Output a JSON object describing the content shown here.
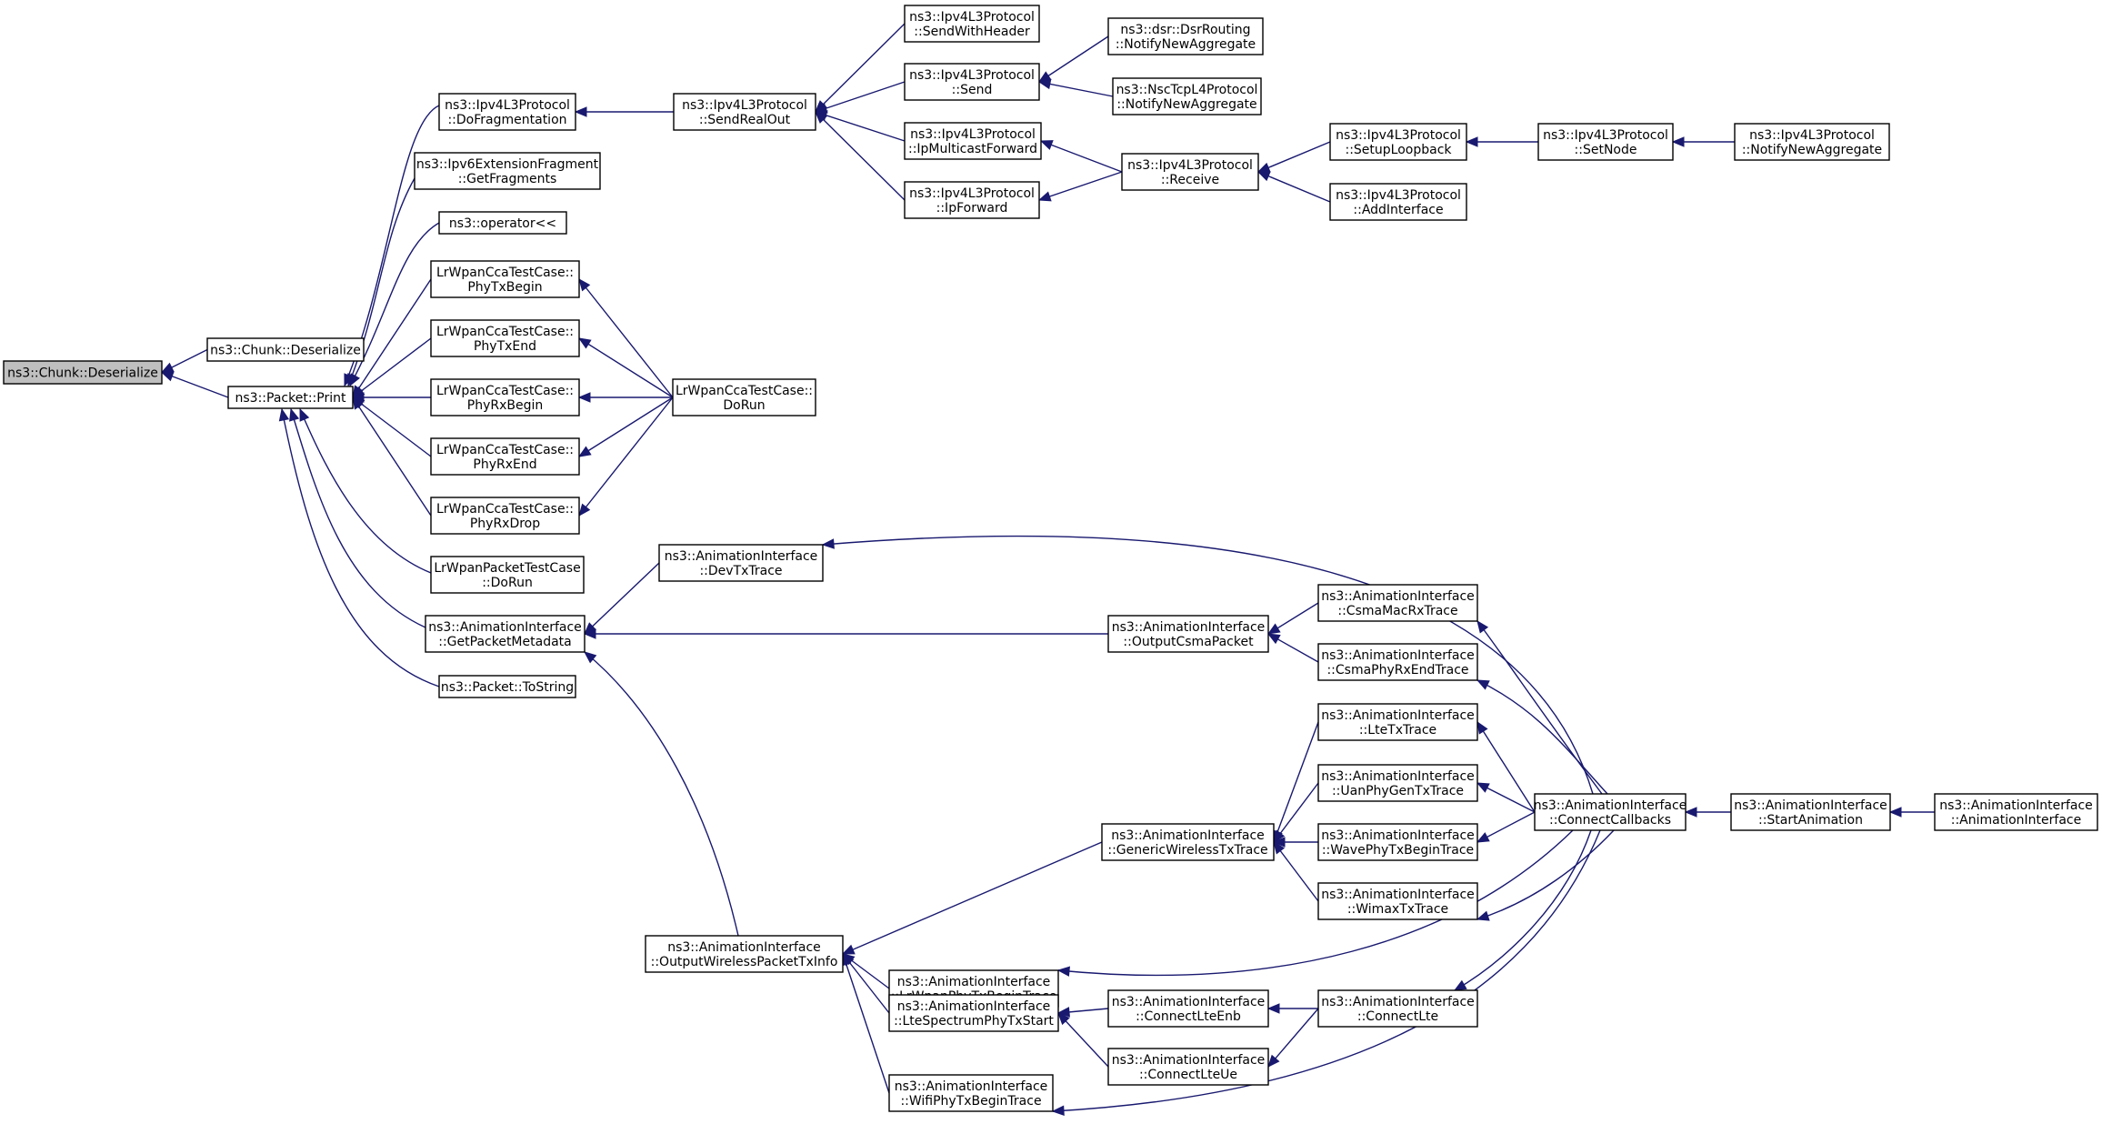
{
  "graph": {
    "nodes": [
      {
        "id": "n0",
        "lines": [
          "ns3::Chunk::Deserialize"
        ],
        "root": true
      },
      {
        "id": "n1",
        "lines": [
          "ns3::Chunk::Deserialize"
        ]
      },
      {
        "id": "n2",
        "lines": [
          "ns3::Packet::Print"
        ]
      },
      {
        "id": "n3",
        "lines": [
          "ns3::Ipv4L3Protocol",
          "::DoFragmentation"
        ]
      },
      {
        "id": "n4",
        "lines": [
          "ns3::Ipv6ExtensionFragment",
          "::GetFragments"
        ]
      },
      {
        "id": "n5",
        "lines": [
          "ns3::operator<<"
        ]
      },
      {
        "id": "n6",
        "lines": [
          "LrWpanCcaTestCase::",
          "PhyTxBegin"
        ]
      },
      {
        "id": "n7",
        "lines": [
          "LrWpanCcaTestCase::",
          "PhyTxEnd"
        ]
      },
      {
        "id": "n8",
        "lines": [
          "LrWpanCcaTestCase::",
          "PhyRxBegin"
        ]
      },
      {
        "id": "n9",
        "lines": [
          "LrWpanCcaTestCase::",
          "PhyRxEnd"
        ]
      },
      {
        "id": "n10",
        "lines": [
          "LrWpanCcaTestCase::",
          "PhyRxDrop"
        ]
      },
      {
        "id": "n11",
        "lines": [
          "LrWpanPacketTestCase",
          "::DoRun"
        ]
      },
      {
        "id": "n12",
        "lines": [
          "ns3::AnimationInterface",
          "::GetPacketMetadata"
        ]
      },
      {
        "id": "n13",
        "lines": [
          "ns3::Packet::ToString"
        ]
      },
      {
        "id": "n14",
        "lines": [
          "ns3::Ipv4L3Protocol",
          "::SendRealOut"
        ]
      },
      {
        "id": "n15",
        "lines": [
          "ns3::Ipv4L3Protocol",
          "::SendWithHeader"
        ]
      },
      {
        "id": "n16",
        "lines": [
          "ns3::Ipv4L3Protocol",
          "::Send"
        ]
      },
      {
        "id": "n17",
        "lines": [
          "ns3::Ipv4L3Protocol",
          "::IpMulticastForward"
        ]
      },
      {
        "id": "n18",
        "lines": [
          "ns3::Ipv4L3Protocol",
          "::IpForward"
        ]
      },
      {
        "id": "n19",
        "lines": [
          "ns3::dsr::DsrRouting",
          "::NotifyNewAggregate"
        ]
      },
      {
        "id": "n20",
        "lines": [
          "ns3::NscTcpL4Protocol",
          "::NotifyNewAggregate"
        ]
      },
      {
        "id": "n21",
        "lines": [
          "ns3::Ipv4L3Protocol",
          "::Receive"
        ]
      },
      {
        "id": "n22",
        "lines": [
          "ns3::Ipv4L3Protocol",
          "::SetupLoopback"
        ]
      },
      {
        "id": "n23",
        "lines": [
          "ns3::Ipv4L3Protocol",
          "::AddInterface"
        ]
      },
      {
        "id": "n24",
        "lines": [
          "ns3::Ipv4L3Protocol",
          "::SetNode"
        ]
      },
      {
        "id": "n25",
        "lines": [
          "ns3::Ipv4L3Protocol",
          "::NotifyNewAggregate"
        ]
      },
      {
        "id": "n26",
        "lines": [
          "LrWpanCcaTestCase::",
          "DoRun"
        ]
      },
      {
        "id": "n27",
        "lines": [
          "ns3::AnimationInterface",
          "::DevTxTrace"
        ]
      },
      {
        "id": "n28",
        "lines": [
          "ns3::AnimationInterface",
          "::OutputCsmaPacket"
        ]
      },
      {
        "id": "n29",
        "lines": [
          "ns3::AnimationInterface",
          "::CsmaMacRxTrace"
        ]
      },
      {
        "id": "n30",
        "lines": [
          "ns3::AnimationInterface",
          "::CsmaPhyRxEndTrace"
        ]
      },
      {
        "id": "n31",
        "lines": [
          "ns3::AnimationInterface",
          "::OutputWirelessPacketTxInfo"
        ]
      },
      {
        "id": "n32",
        "lines": [
          "ns3::AnimationInterface",
          "::GenericWirelessTxTrace"
        ]
      },
      {
        "id": "n33",
        "lines": [
          "ns3::AnimationInterface",
          "::LrWpanPhyTxBeginTrace"
        ]
      },
      {
        "id": "n34",
        "lines": [
          "ns3::AnimationInterface",
          "::LteSpectrumPhyTxStart"
        ]
      },
      {
        "id": "n35",
        "lines": [
          "ns3::AnimationInterface",
          "::WifiPhyTxBeginTrace"
        ]
      },
      {
        "id": "n36",
        "lines": [
          "ns3::AnimationInterface",
          "::LteTxTrace"
        ]
      },
      {
        "id": "n37",
        "lines": [
          "ns3::AnimationInterface",
          "::UanPhyGenTxTrace"
        ]
      },
      {
        "id": "n38",
        "lines": [
          "ns3::AnimationInterface",
          "::WavePhyTxBeginTrace"
        ]
      },
      {
        "id": "n39",
        "lines": [
          "ns3::AnimationInterface",
          "::WimaxTxTrace"
        ]
      },
      {
        "id": "n40",
        "lines": [
          "ns3::AnimationInterface",
          "::ConnectLteEnb"
        ]
      },
      {
        "id": "n41",
        "lines": [
          "ns3::AnimationInterface",
          "::ConnectLteUe"
        ]
      },
      {
        "id": "n42",
        "lines": [
          "ns3::AnimationInterface",
          "::ConnectLte"
        ]
      },
      {
        "id": "n43",
        "lines": [
          "ns3::AnimationInterface",
          "::ConnectCallbacks"
        ]
      },
      {
        "id": "n44",
        "lines": [
          "ns3::AnimationInterface",
          "::StartAnimation"
        ]
      },
      {
        "id": "n45",
        "lines": [
          "ns3::AnimationInterface",
          "::AnimationInterface"
        ]
      }
    ],
    "edges": [
      {
        "from": "n1",
        "to": "n0"
      },
      {
        "from": "n2",
        "to": "n0"
      },
      {
        "from": "n3",
        "to": "n2"
      },
      {
        "from": "n4",
        "to": "n2"
      },
      {
        "from": "n5",
        "to": "n2"
      },
      {
        "from": "n6",
        "to": "n2"
      },
      {
        "from": "n7",
        "to": "n2"
      },
      {
        "from": "n8",
        "to": "n2"
      },
      {
        "from": "n9",
        "to": "n2"
      },
      {
        "from": "n10",
        "to": "n2"
      },
      {
        "from": "n11",
        "to": "n2"
      },
      {
        "from": "n12",
        "to": "n2"
      },
      {
        "from": "n13",
        "to": "n2"
      },
      {
        "from": "n14",
        "to": "n3"
      },
      {
        "from": "n15",
        "to": "n14"
      },
      {
        "from": "n16",
        "to": "n14"
      },
      {
        "from": "n17",
        "to": "n14"
      },
      {
        "from": "n18",
        "to": "n14"
      },
      {
        "from": "n19",
        "to": "n16"
      },
      {
        "from": "n20",
        "to": "n16"
      },
      {
        "from": "n21",
        "to": "n17"
      },
      {
        "from": "n21",
        "to": "n18"
      },
      {
        "from": "n22",
        "to": "n21"
      },
      {
        "from": "n23",
        "to": "n21"
      },
      {
        "from": "n24",
        "to": "n22"
      },
      {
        "from": "n25",
        "to": "n24"
      },
      {
        "from": "n26",
        "to": "n6"
      },
      {
        "from": "n26",
        "to": "n7"
      },
      {
        "from": "n26",
        "to": "n8"
      },
      {
        "from": "n26",
        "to": "n9"
      },
      {
        "from": "n26",
        "to": "n10"
      },
      {
        "from": "n27",
        "to": "n12"
      },
      {
        "from": "n28",
        "to": "n12"
      },
      {
        "from": "n31",
        "to": "n12"
      },
      {
        "from": "n29",
        "to": "n28"
      },
      {
        "from": "n30",
        "to": "n28"
      },
      {
        "from": "n32",
        "to": "n31"
      },
      {
        "from": "n33",
        "to": "n31"
      },
      {
        "from": "n34",
        "to": "n31"
      },
      {
        "from": "n35",
        "to": "n31"
      },
      {
        "from": "n36",
        "to": "n32"
      },
      {
        "from": "n37",
        "to": "n32"
      },
      {
        "from": "n38",
        "to": "n32"
      },
      {
        "from": "n39",
        "to": "n32"
      },
      {
        "from": "n40",
        "to": "n34"
      },
      {
        "from": "n41",
        "to": "n34"
      },
      {
        "from": "n42",
        "to": "n40"
      },
      {
        "from": "n42",
        "to": "n41"
      },
      {
        "from": "n43",
        "to": "n27"
      },
      {
        "from": "n43",
        "to": "n29"
      },
      {
        "from": "n43",
        "to": "n30"
      },
      {
        "from": "n43",
        "to": "n36"
      },
      {
        "from": "n43",
        "to": "n37"
      },
      {
        "from": "n43",
        "to": "n38"
      },
      {
        "from": "n43",
        "to": "n39"
      },
      {
        "from": "n43",
        "to": "n33"
      },
      {
        "from": "n43",
        "to": "n42"
      },
      {
        "from": "n43",
        "to": "n35"
      },
      {
        "from": "n44",
        "to": "n43"
      },
      {
        "from": "n45",
        "to": "n44"
      }
    ]
  }
}
